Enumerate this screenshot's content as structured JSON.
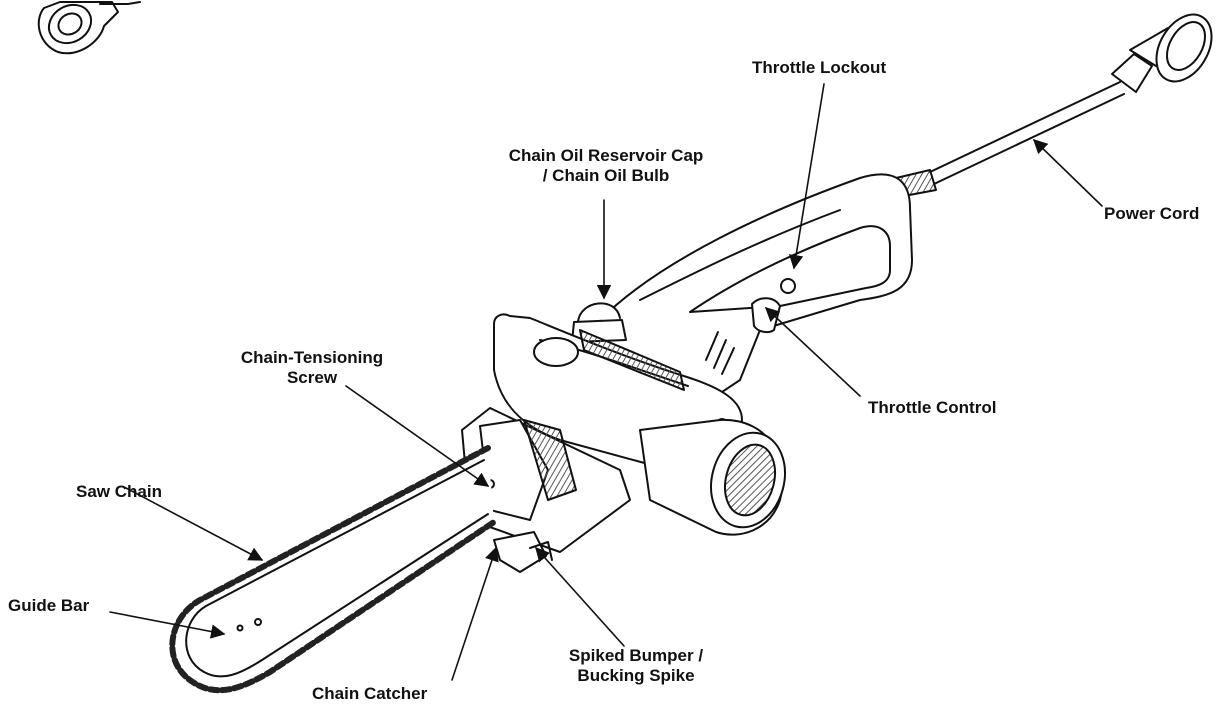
{
  "diagram": {
    "labels": {
      "throttle_lockout": "Throttle Lockout",
      "oil_cap_line1": "Chain Oil Reservoir Cap",
      "oil_cap_line2": "/ Chain Oil Bulb",
      "power_cord": "Power Cord",
      "tension_line1": "Chain-Tensioning",
      "tension_line2": "Screw",
      "throttle_control": "Throttle Control",
      "saw_chain": "Saw Chain",
      "guide_bar": "Guide Bar",
      "bumper_line1": "Spiked Bumper /",
      "bumper_line2": "Bucking Spike",
      "chain_catcher": "Chain Catcher"
    },
    "colors": {
      "ink": "#111111",
      "shade": "#777777",
      "paper": "#ffffff"
    }
  }
}
